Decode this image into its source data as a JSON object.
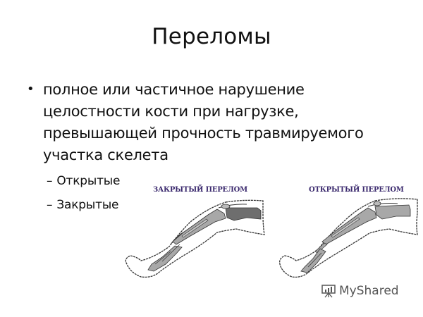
{
  "slide": {
    "title": "Переломы",
    "bullets": [
      {
        "marker": "•",
        "text": "полное или частичное нарушение целостности кости при нагрузке, превышающей прочность травмируемого участка скелета"
      }
    ],
    "sub_items": [
      {
        "marker": "–",
        "text": "Открытые"
      },
      {
        "marker": "–",
        "text": "Закрытые"
      }
    ],
    "figures": [
      {
        "label": "ЗАКРЫТЫЙ ПЕРЕЛОМ",
        "icon": "closed-fracture-leg-illustration"
      },
      {
        "label": "ОТКРЫТЫЙ ПЕРЕЛОМ",
        "icon": "open-fracture-leg-illustration"
      }
    ],
    "watermark": {
      "text": "MyShared",
      "icon": "presentation-board-icon"
    }
  },
  "colors": {
    "background": "#ffffff",
    "text": "#111111",
    "figure_label": "#3b2a6e",
    "bone_light": "#a8a8a8",
    "bone_dark": "#6e6e6e",
    "outline": "#333333",
    "watermark": "#555555"
  }
}
